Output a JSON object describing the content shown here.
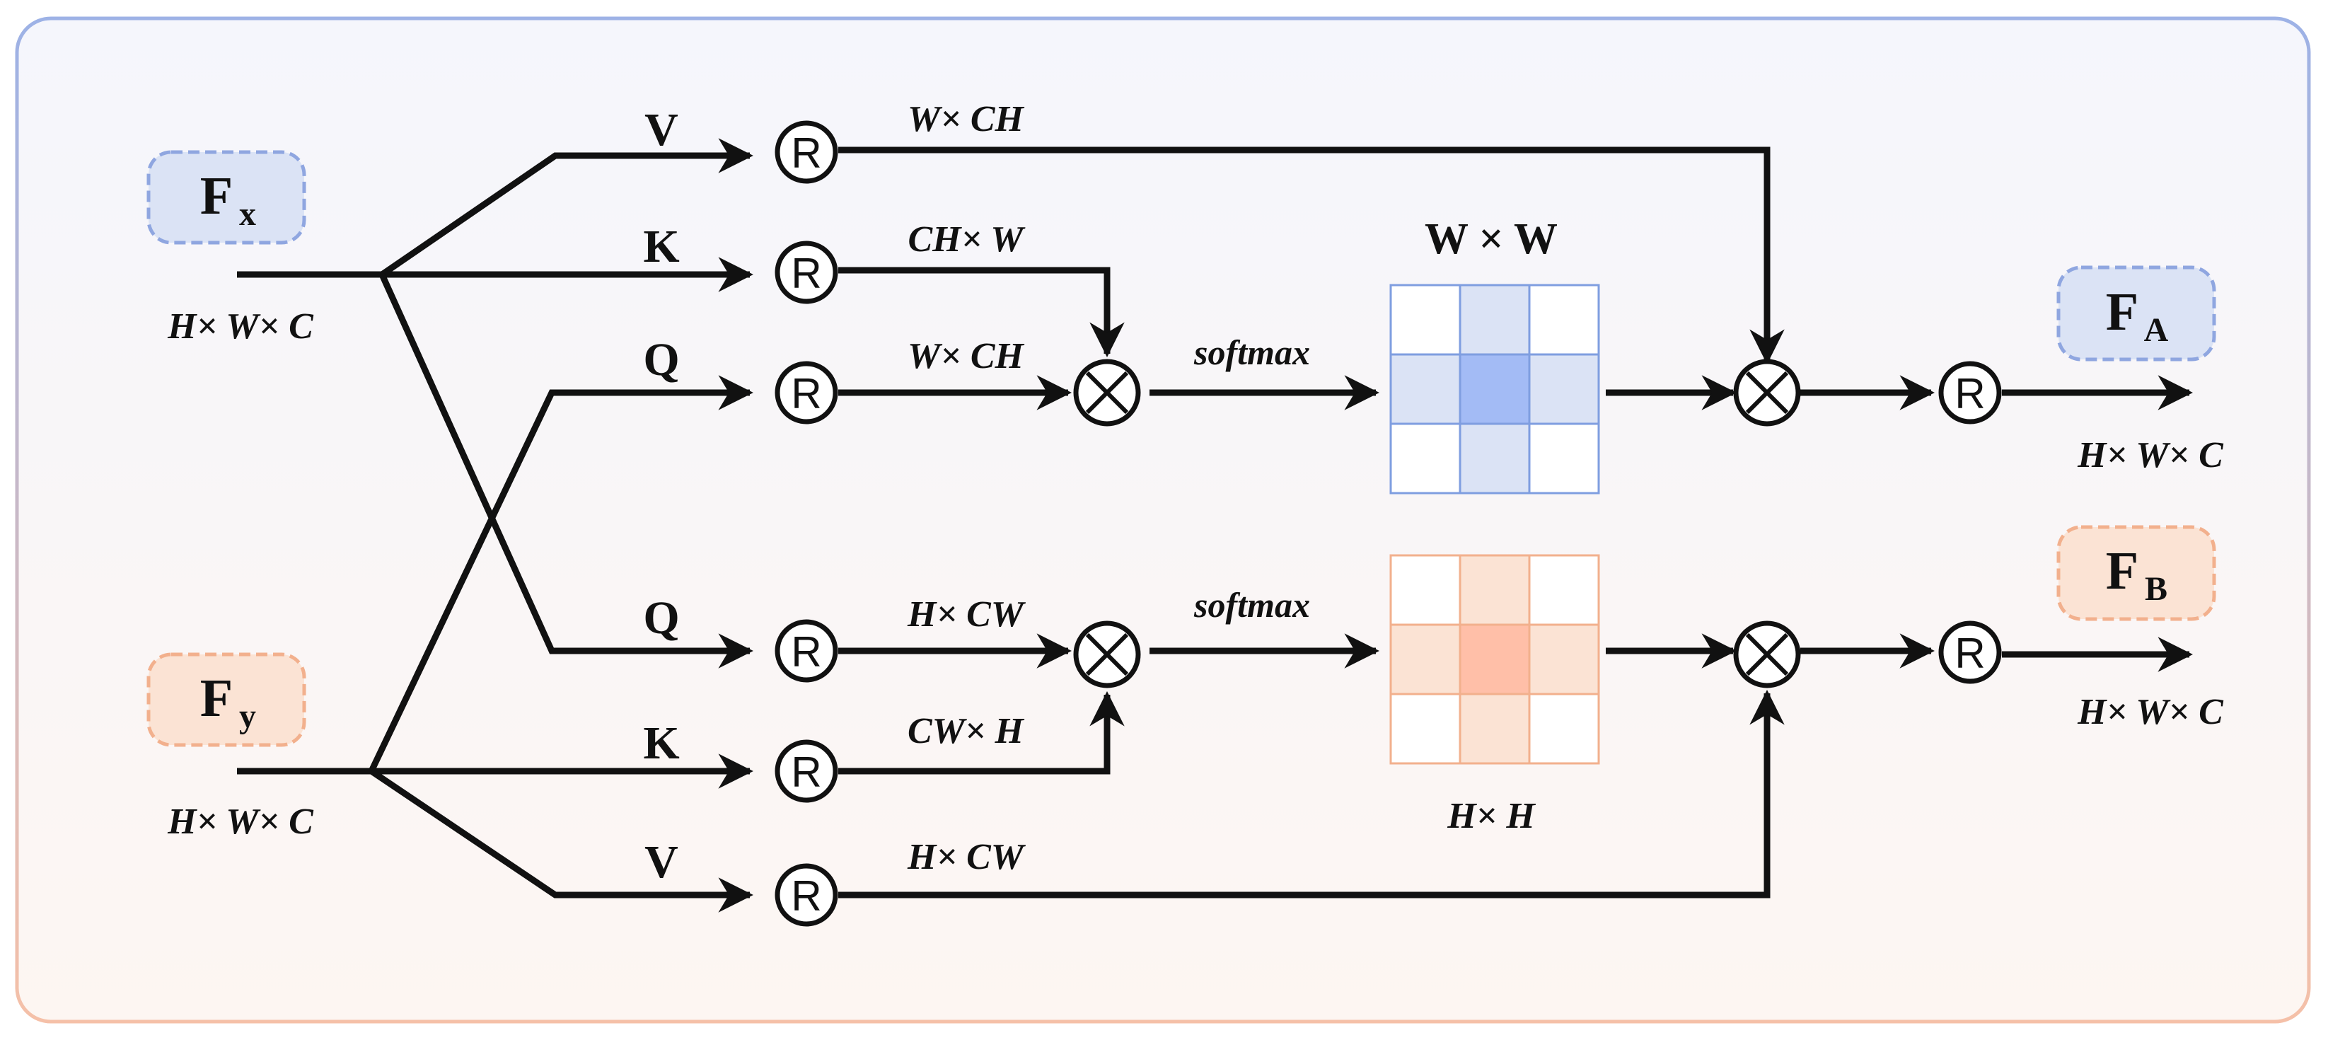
{
  "inputs": {
    "fx": {
      "main": "F",
      "sub": "x",
      "dims": "H× W× C"
    },
    "fy": {
      "main": "F",
      "sub": "y",
      "dims": "H× W× C"
    }
  },
  "outputs": {
    "fa": {
      "main": "F",
      "sub": "A",
      "dims": "H× W× C"
    },
    "fb": {
      "main": "F",
      "sub": "B",
      "dims": "H× W× C"
    }
  },
  "branch_top": {
    "v_label": "V",
    "k_label": "K",
    "q_label": "Q",
    "v_dims": "W× CH",
    "k_dims": "CH× W",
    "q_dims": "W× CH",
    "softmax": "softmax",
    "attn_title": "W × W"
  },
  "branch_bottom": {
    "q_label": "Q",
    "k_label": "K",
    "v_label": "V",
    "q_dims": "H× CW",
    "k_dims": "CW× H",
    "v_dims": "H× CW",
    "softmax": "softmax",
    "attn_title": "H× H"
  },
  "symbols": {
    "reshape": "R",
    "multiply": "⊗"
  },
  "colors": {
    "blue_fill": "#dbe3f5",
    "blue_center": "#a3bbf5",
    "blue_stroke": "#7f9ee0",
    "orange_fill": "#fbe3d4",
    "orange_center": "#ffbfa8",
    "orange_stroke": "#f2b08d",
    "frame_top": "#9db2e6",
    "frame_bottom": "#f5c0a8"
  }
}
